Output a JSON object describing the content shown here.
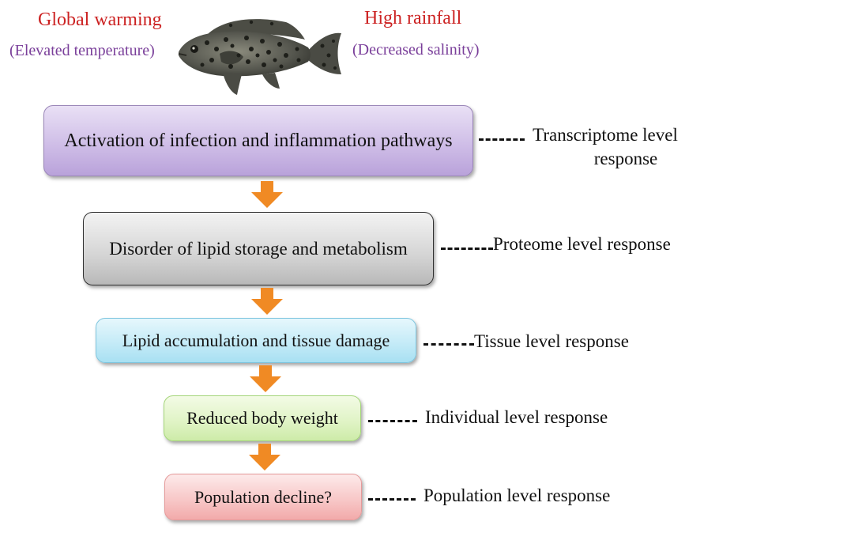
{
  "stressors": {
    "left": {
      "title": "Global warming",
      "subtitle": "(Elevated temperature)"
    },
    "right": {
      "title": "High rainfall",
      "subtitle": "(Decreased salinity)"
    }
  },
  "fish_image": {
    "icon": "grouper-fish-icon"
  },
  "steps": [
    {
      "label": "Activation of infection and inflammation pathways",
      "level_line1": "Transcriptome level",
      "level_line2": "response",
      "color": "#cdbbe6"
    },
    {
      "label": "Disorder of lipid storage and metabolism",
      "level": "Proteome level response",
      "color": "#d4d4d4"
    },
    {
      "label": "Lipid accumulation and tissue damage",
      "level": "Tissue level response",
      "color": "#c2eaf7"
    },
    {
      "label": "Reduced body weight",
      "level": "Individual level response",
      "color": "#dff3c4"
    },
    {
      "label": "Population decline?",
      "level": "Population level response",
      "color": "#f7c5c5"
    }
  ],
  "colors": {
    "stressor_title": "#cc2222",
    "stressor_subtitle": "#7a3f9a",
    "arrow": "#f08a24"
  }
}
